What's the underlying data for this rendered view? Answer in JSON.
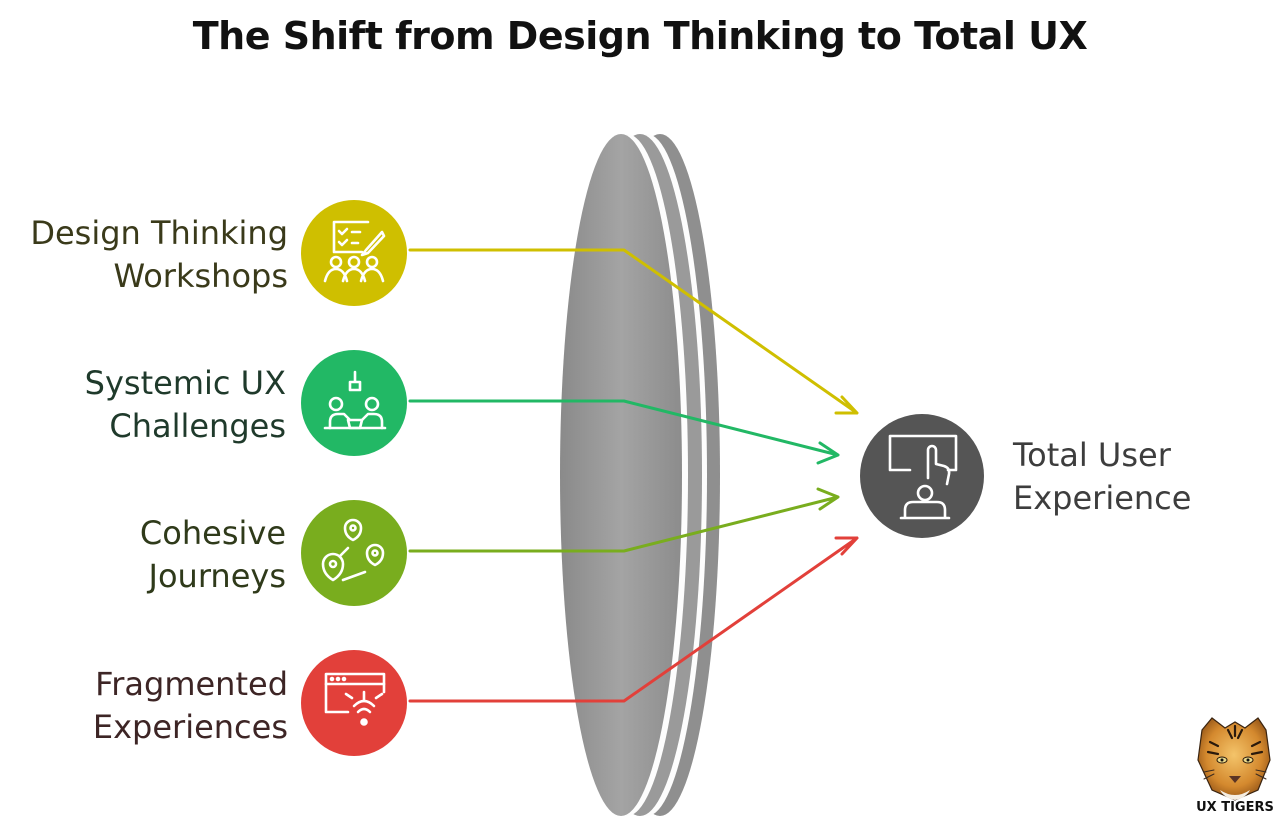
{
  "title": "The Shift from Design Thinking to Total UX",
  "inputs": [
    {
      "line1": "Design Thinking",
      "line2": "Workshops",
      "color": "#cfbf00",
      "text_color": "#3a3a1a",
      "icon": "workshop-checklist-people-icon"
    },
    {
      "line1": "Systemic UX",
      "line2": "Challenges",
      "color": "#22b865",
      "text_color": "#1f3a2b",
      "icon": "collaboration-team-icon"
    },
    {
      "line1": "Cohesive",
      "line2": "Journeys",
      "color": "#79ad1e",
      "text_color": "#2f3a1a",
      "icon": "map-pins-route-icon"
    },
    {
      "line1": "Fragmented",
      "line2": "Experiences",
      "color": "#e2403a",
      "text_color": "#3d2525",
      "icon": "broken-browser-window-icon"
    }
  ],
  "output": {
    "line1": "Total User",
    "line2": "Experience",
    "color": "#555555",
    "icon": "touch-screen-user-icon"
  },
  "lens_color": "#999999",
  "brand": {
    "name": "UX TIGERS",
    "icon": "tiger-head-logo-icon"
  }
}
